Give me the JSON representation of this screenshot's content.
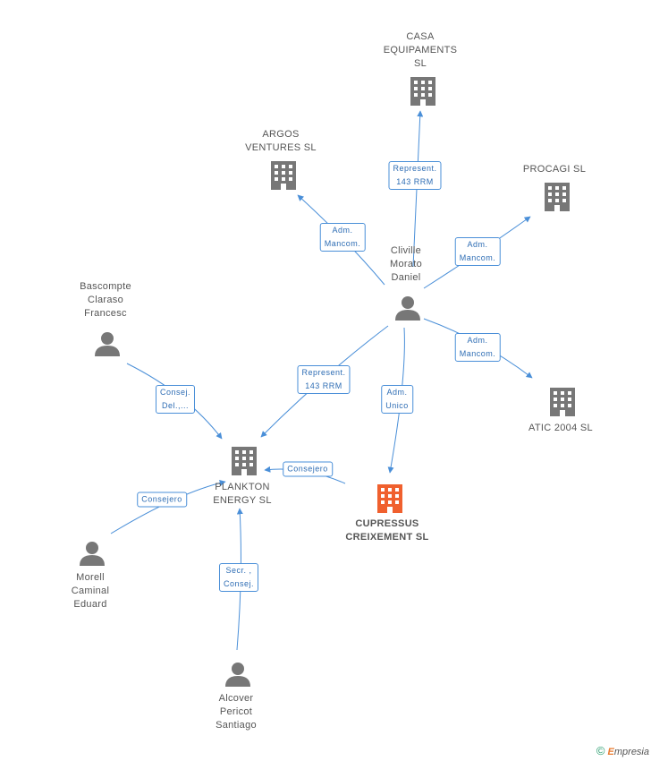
{
  "colors": {
    "edge": "#4a8fd8",
    "node_icon": "#777777",
    "main_icon": "#f0602e"
  },
  "nodes": {
    "casa": {
      "label": "CASA\nEQUIPAMENTS\nSL",
      "kind": "company"
    },
    "argos": {
      "label": "ARGOS\nVENTURES  SL",
      "kind": "company"
    },
    "procagi": {
      "label": "PROCAGI SL",
      "kind": "company"
    },
    "cliville": {
      "label": "Cliville\nMorato\nDaniel",
      "kind": "person"
    },
    "bascompte": {
      "label": "Bascompte\nClaraso\nFrancesc",
      "kind": "person"
    },
    "atic": {
      "label": "ATIC 2004 SL",
      "kind": "company"
    },
    "plankton": {
      "label": "PLANKTON\nENERGY  SL",
      "kind": "company"
    },
    "cupressus": {
      "label": "CUPRESSUS\nCREIXEMENT SL",
      "kind": "main"
    },
    "morell": {
      "label": "Morell\nCaminal\nEduard",
      "kind": "person"
    },
    "alcover": {
      "label": "Alcover\nPericot\nSantiago",
      "kind": "person"
    }
  },
  "relations": [
    {
      "id": "r-casa",
      "label": "Represent.\n143 RRM"
    },
    {
      "id": "r-argos",
      "label": "Adm.\nMancom."
    },
    {
      "id": "r-procagi",
      "label": "Adm.\nMancom."
    },
    {
      "id": "r-atic",
      "label": "Adm.\nMancom."
    },
    {
      "id": "r-cupressus",
      "label": "Adm.\nUnico"
    },
    {
      "id": "r-plankton-cliville",
      "label": "Represent.\n143 RRM"
    },
    {
      "id": "r-bascompte",
      "label": "Consej.\nDel.,..."
    },
    {
      "id": "r-cupressus-plankton",
      "label": "Consejero"
    },
    {
      "id": "r-morell",
      "label": "Consejero"
    },
    {
      "id": "r-alcover",
      "label": "Secr. ,\nConsej."
    }
  ],
  "footer": {
    "copyright": "©",
    "brand_e": "E",
    "brand_rest": "mpresia"
  }
}
